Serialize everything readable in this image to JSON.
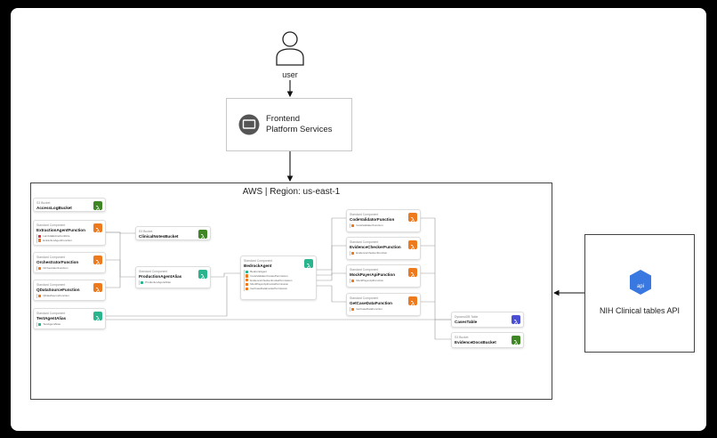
{
  "user": {
    "label": "user"
  },
  "frontend": {
    "line1": "Frontend",
    "line2": "Platform Services"
  },
  "region": {
    "title": "AWS | Region: us-east-1"
  },
  "nih": {
    "label": "NIH Clinical tables API",
    "icon_text": "api"
  },
  "colors": {
    "lambda": "#ee7a1e",
    "s3": "#3f8624",
    "bedrock": "#2bb58f",
    "dynamodb": "#4a4fd4",
    "edge": "#9a9a9a"
  },
  "components": [
    {
      "id": "access-log-bucket",
      "type": "S3 Bucket",
      "name": "AccessLogBucket",
      "icon": "s3-bucket-icon",
      "color": "#3f8624",
      "subs": []
    },
    {
      "id": "extraction-agent-function",
      "type": "Standard Component",
      "name": "ExtractionAgentFunction",
      "icon": "lambda-icon",
      "color": "#ee7a1e",
      "subs": [
        {
          "text": "LambdaExtractionRole",
          "color": "#dd3344"
        },
        {
          "text": "ExtractionAgentFunction",
          "color": "#ee7a1e"
        }
      ]
    },
    {
      "id": "orchestrator-function",
      "type": "Standard Component",
      "name": "OrchestratorFunction",
      "icon": "lambda-icon",
      "color": "#ee7a1e",
      "subs": [
        {
          "text": "OrchestratorFunction",
          "color": "#ee7a1e"
        }
      ]
    },
    {
      "id": "qdatasource-function",
      "type": "Standard Component",
      "name": "QDataSourceFunction",
      "icon": "lambda-icon",
      "color": "#ee7a1e",
      "subs": [
        {
          "text": "QDataSourceFunction",
          "color": "#ee7a1e"
        }
      ]
    },
    {
      "id": "test-agent-alias",
      "type": "Standard Component",
      "name": "TestAgentAlias",
      "icon": "bedrock-icon",
      "color": "#2bb58f",
      "subs": [
        {
          "text": "TestAgentAlias",
          "color": "#2bb58f"
        }
      ]
    },
    {
      "id": "clinical-notes-bucket",
      "type": "S3 Bucket",
      "name": "ClinicalNotesBucket",
      "icon": "s3-bucket-icon",
      "color": "#3f8624",
      "subs": []
    },
    {
      "id": "production-agent-alias",
      "type": "Standard Component",
      "name": "ProductionAgentAlias",
      "icon": "bedrock-icon",
      "color": "#2bb58f",
      "subs": [
        {
          "text": "ProductionAgentAlias",
          "color": "#2bb58f"
        }
      ]
    },
    {
      "id": "bedrock-agent",
      "type": "Standard Component",
      "name": "BedrockAgent",
      "icon": "bedrock-icon",
      "color": "#2bb58f",
      "subs": [
        {
          "text": "BedrockAgent",
          "color": "#2bb58f"
        },
        {
          "text": "CodeValidatorInvokePermission",
          "color": "#ee7a1e"
        },
        {
          "text": "EvidenceCheckerInvokePermission",
          "color": "#ee7a1e"
        },
        {
          "text": "MockPayerApiInvokePermission",
          "color": "#ee7a1e"
        },
        {
          "text": "GetCaseDataInvokePermission",
          "color": "#ee7a1e"
        }
      ]
    },
    {
      "id": "code-validator-function",
      "type": "Standard Component",
      "name": "CodeValidatorFunction",
      "icon": "lambda-icon",
      "color": "#ee7a1e",
      "subs": [
        {
          "text": "CodeValidatorFunction",
          "color": "#ee7a1e"
        }
      ]
    },
    {
      "id": "evidence-checker-function",
      "type": "Standard Component",
      "name": "EvidenceCheckerFunction",
      "icon": "lambda-icon",
      "color": "#ee7a1e",
      "subs": [
        {
          "text": "EvidenceCheckerFunction",
          "color": "#ee7a1e"
        }
      ]
    },
    {
      "id": "mock-payer-api-function",
      "type": "Standard Component",
      "name": "MockPayerApiFunction",
      "icon": "lambda-icon",
      "color": "#ee7a1e",
      "subs": [
        {
          "text": "MockPayerApiFunction",
          "color": "#ee7a1e"
        }
      ]
    },
    {
      "id": "get-case-data-function",
      "type": "Standard Component",
      "name": "GetCaseDataFunction",
      "icon": "lambda-icon",
      "color": "#ee7a1e",
      "subs": [
        {
          "text": "GetCaseDataFunction",
          "color": "#ee7a1e"
        }
      ]
    },
    {
      "id": "cases-table",
      "type": "DynamoDB Table",
      "name": "CasesTable",
      "icon": "dynamodb-icon",
      "color": "#4a4fd4",
      "subs": []
    },
    {
      "id": "evidence-docs-bucket",
      "type": "S3 Bucket",
      "name": "EvidenceDocsBucket",
      "icon": "s3-bucket-icon",
      "color": "#3f8624",
      "subs": []
    }
  ]
}
